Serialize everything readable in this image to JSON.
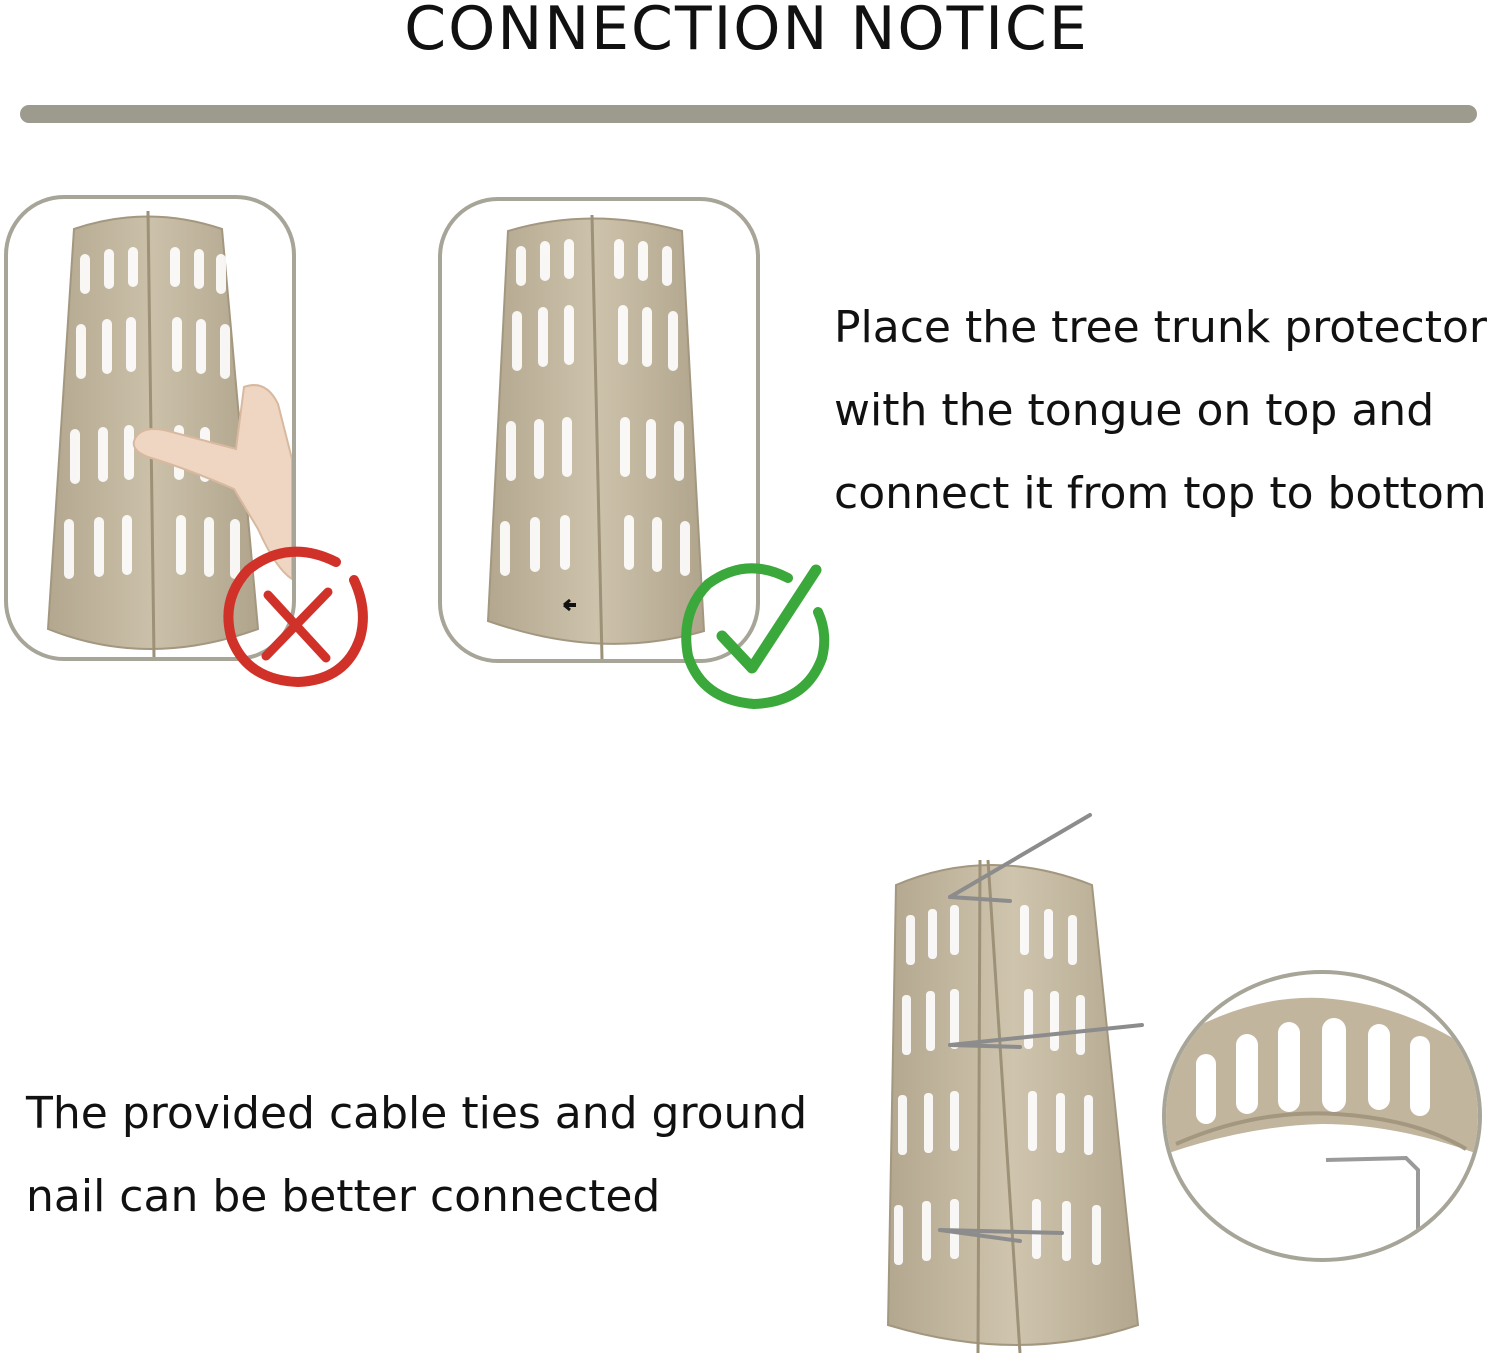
{
  "header": {
    "title": "CONNECTION NOTICE"
  },
  "colors": {
    "divider": "#9d9a8e",
    "protector": "#c4b8a2",
    "wrong_mark": "#d0322a",
    "correct_mark": "#3aa83a"
  },
  "instructions": {
    "top_lines": [
      "Place the tree trunk protector",
      "with the tongue on top and",
      "connect it from top to bottom"
    ],
    "bottom_lines": [
      "The provided cable ties and ground",
      "nail can be better connected"
    ]
  },
  "icons": {
    "wrong": "red-cross-mark-icon",
    "correct": "green-check-mark-icon"
  }
}
